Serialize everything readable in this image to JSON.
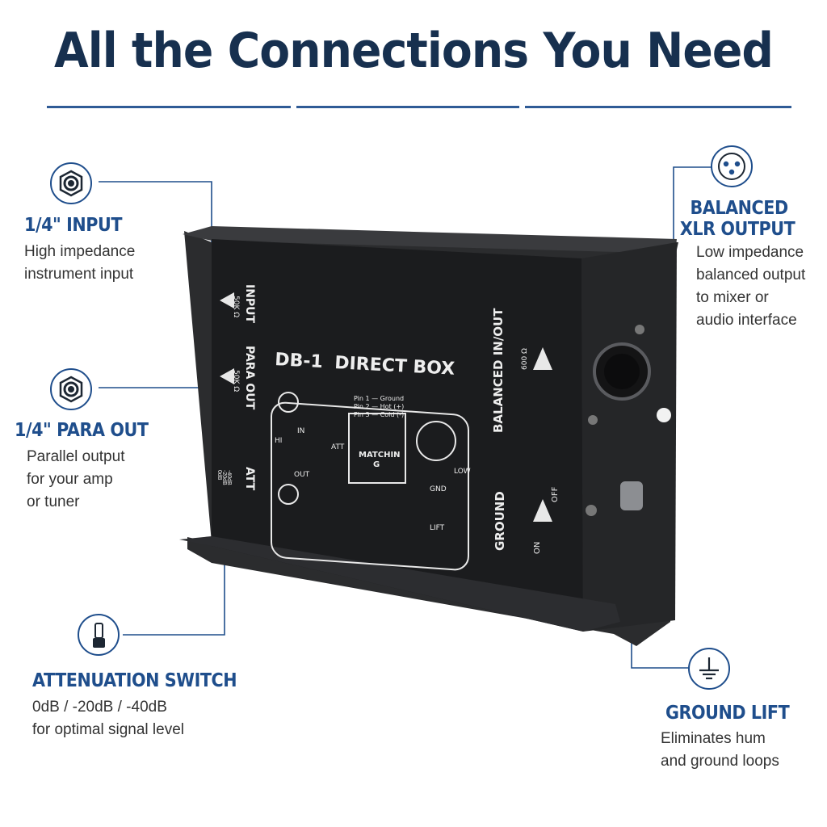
{
  "headline": "All the Connections You Need",
  "callouts": {
    "input": {
      "title": "1/4\" INPUT",
      "desc": "High impedance\ninstrument input",
      "icon": "jack-socket-icon"
    },
    "para_out": {
      "title": "1/4\" PARA OUT",
      "desc": "Parallel output\nfor your amp\nor tuner",
      "icon": "jack-socket-icon"
    },
    "attenuation": {
      "title": "ATTENUATION SWITCH",
      "desc": "0dB / -20dB / -40dB\nfor optimal signal level",
      "icon": "slide-switch-icon"
    },
    "xlr": {
      "title_line1": "BALANCED",
      "title_line2": "XLR OUTPUT",
      "desc": "Low impedance\nbalanced output\nto mixer or\naudio interface",
      "icon": "xlr-connector-icon"
    },
    "ground": {
      "title": "GROUND LIFT",
      "desc": "Eliminates hum\nand ground loops",
      "icon": "ground-symbol-icon"
    }
  },
  "device": {
    "model": "DB-1",
    "name": "DIRECT BOX",
    "input_label": "INPUT",
    "input_imp": "50K Ω",
    "para_label": "PARA OUT",
    "para_imp": "50K Ω",
    "att_label": "ATT",
    "att_values": [
      "0dB",
      "-20dB",
      "-40dB"
    ],
    "balanced_label": "BALANCED IN/OUT",
    "balanced_imp": "600 Ω",
    "ground_label": "GROUND",
    "ground_on": "ON",
    "ground_off": "OFF",
    "pin1": "Pin 1 — Ground",
    "pin2": "Pin 2 — Hot (+)",
    "pin3": "Pin 3 — Cold (-)",
    "hi": "HI",
    "in": "IN",
    "out": "OUT",
    "att": "ATT",
    "matching1": "MATCHIN",
    "matching2": "G",
    "low": "LOW",
    "gnd": "GND",
    "lift": "LIFT"
  }
}
